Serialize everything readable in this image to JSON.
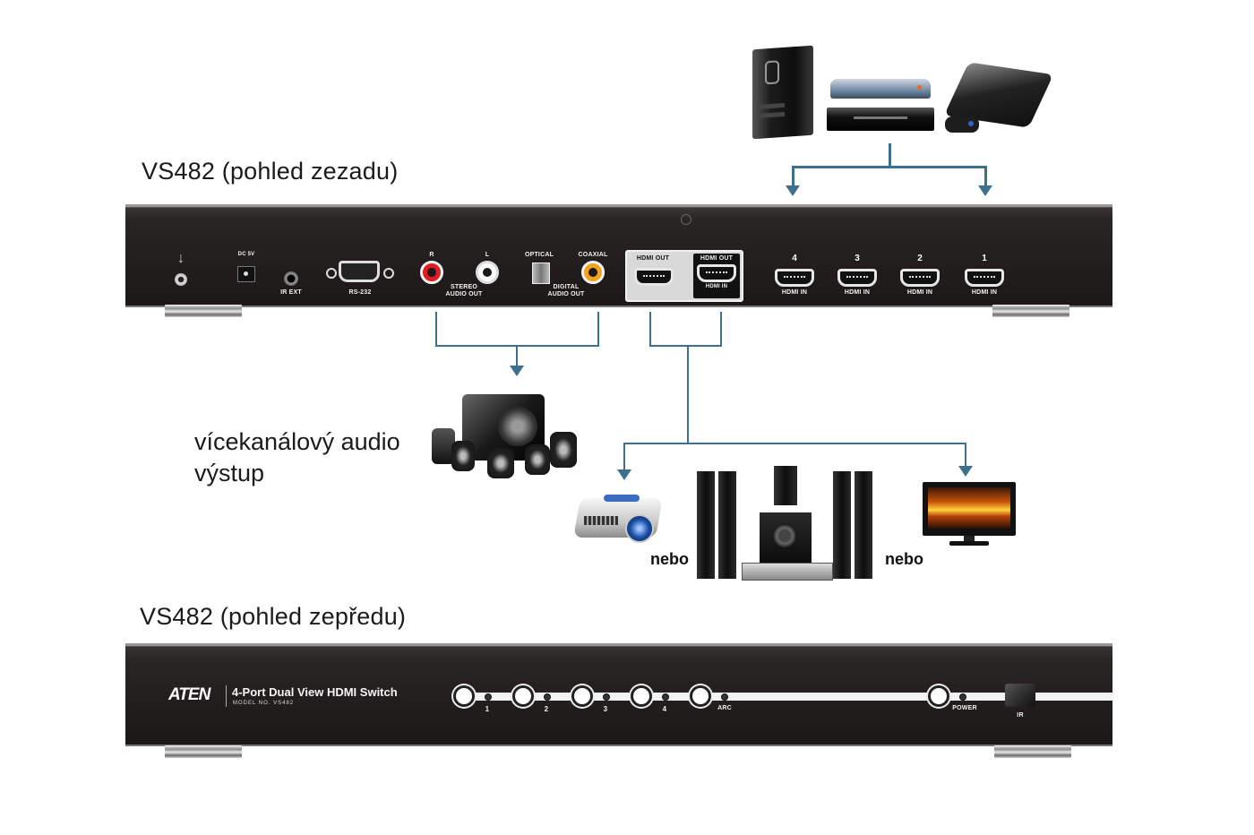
{
  "rear_title": "VS482 (pohled zezadu)",
  "front_title": "VS482 (pohled zepředu)",
  "audio_label_line1": "vícekanálový audio",
  "audio_label_line2": "výstup",
  "or_label_left": "nebo",
  "or_label_right": "nebo",
  "accent_color": "#3d6f8f",
  "sources": [
    {
      "icon": "desktop-pc-icon"
    },
    {
      "icon": "set-top-box-icon"
    },
    {
      "icon": "dvd-player-icon"
    },
    {
      "icon": "game-console-icon"
    }
  ],
  "outputs": [
    {
      "icon": "projector-icon"
    },
    {
      "icon": "home-theater-icon"
    },
    {
      "icon": "tv-monitor-icon"
    }
  ],
  "rear_panel": {
    "ground_label": "",
    "power_label": "DC 5V",
    "ir_ext_label": "IR EXT",
    "rs232_label": "RS-232",
    "rca_r_label": "R",
    "rca_l_label": "L",
    "stereo_label_1": "STEREO",
    "stereo_label_2": "AUDIO OUT",
    "optical_label": "OPTICAL",
    "coaxial_label": "COAXIAL",
    "digital_label_1": "DIGITAL",
    "digital_label_2": "AUDIO OUT",
    "hdmi_out1_label": "HDMI OUT",
    "hdmi_out2_label": "HDMI OUT",
    "hdmi_out2_sub": "HDMI IN",
    "hdmi_inputs": [
      {
        "num": "4",
        "label": "HDMI IN"
      },
      {
        "num": "3",
        "label": "HDMI IN"
      },
      {
        "num": "2",
        "label": "HDMI IN"
      },
      {
        "num": "1",
        "label": "HDMI IN"
      }
    ]
  },
  "front_panel": {
    "brand": "ATEN",
    "product_name": "4-Port Dual View HDMI Switch",
    "model": "MODEL NO. VS482",
    "buttons": [
      {
        "label": "1"
      },
      {
        "label": "2"
      },
      {
        "label": "3"
      },
      {
        "label": "4"
      },
      {
        "label": "ARC"
      }
    ],
    "power_label": "POWER",
    "ir_label": "IR"
  }
}
